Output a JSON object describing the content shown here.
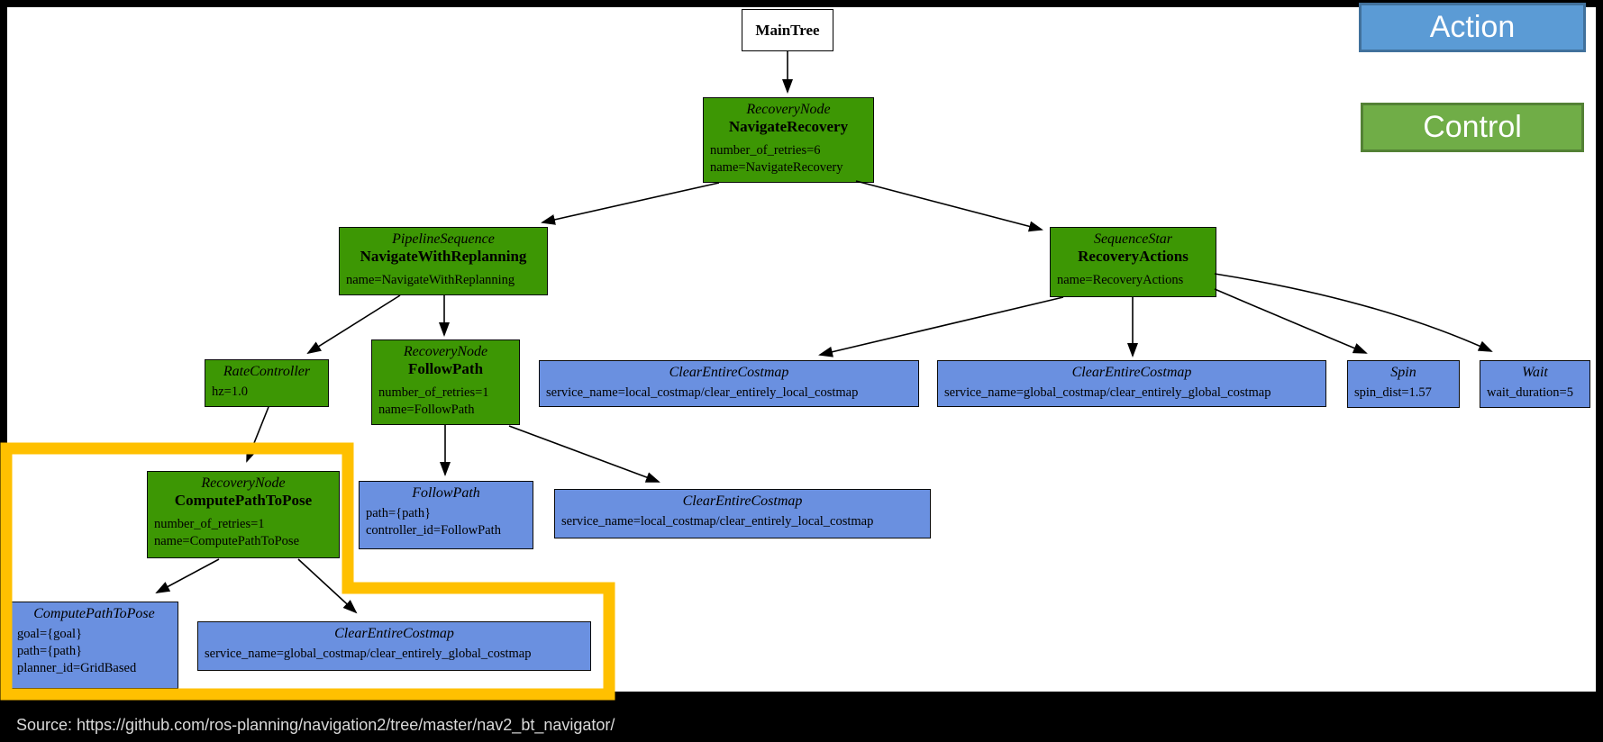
{
  "legend": {
    "action_label": "Action",
    "control_label": "Control"
  },
  "source_line": "Source: https://github.com/ros-planning/navigation2/tree/master/nav2_bt_navigator/",
  "colors": {
    "control_node": "#3D9704",
    "action_node": "#6A90E0",
    "highlight": "#FFC000",
    "legend_action_fill": "#5B9BD5",
    "legend_action_border": "#41719C",
    "legend_control_fill": "#70AD47",
    "legend_control_border": "#538135",
    "source_color": "#D9D9D9"
  },
  "nodes": {
    "maintree": {
      "label": "MainTree"
    },
    "navigate_recovery": {
      "type": "RecoveryNode",
      "name": "NavigateRecovery",
      "attrs": [
        "number_of_retries=6",
        "name=NavigateRecovery"
      ]
    },
    "navigate_with_replanning": {
      "type": "PipelineSequence",
      "name": "NavigateWithReplanning",
      "attrs": [
        "name=NavigateWithReplanning"
      ]
    },
    "recovery_actions": {
      "type": "SequenceStar",
      "name": "RecoveryActions",
      "attrs": [
        "name=RecoveryActions"
      ]
    },
    "rate_controller": {
      "type": "RateController",
      "attrs": [
        "hz=1.0"
      ]
    },
    "follow_path_control": {
      "type": "RecoveryNode",
      "name": "FollowPath",
      "attrs": [
        "number_of_retries=1",
        "name=FollowPath"
      ]
    },
    "clear_local_costmap_top": {
      "type": "ClearEntireCostmap",
      "attrs": [
        "service_name=local_costmap/clear_entirely_local_costmap"
      ]
    },
    "clear_global_costmap_top": {
      "type": "ClearEntireCostmap",
      "attrs": [
        "service_name=global_costmap/clear_entirely_global_costmap"
      ]
    },
    "spin": {
      "type": "Spin",
      "attrs": [
        "spin_dist=1.57"
      ]
    },
    "wait": {
      "type": "Wait",
      "attrs": [
        "wait_duration=5"
      ]
    },
    "compute_path_control": {
      "type": "RecoveryNode",
      "name": "ComputePathToPose",
      "attrs": [
        "number_of_retries=1",
        "name=ComputePathToPose"
      ]
    },
    "follow_path_action": {
      "type": "FollowPath",
      "attrs": [
        "path={path}",
        "controller_id=FollowPath"
      ]
    },
    "clear_local_costmap_mid": {
      "type": "ClearEntireCostmap",
      "attrs": [
        "service_name=local_costmap/clear_entirely_local_costmap"
      ]
    },
    "compute_path_action": {
      "type": "ComputePathToPose",
      "attrs": [
        "goal={goal}",
        "path={path}",
        "planner_id=GridBased"
      ]
    },
    "clear_global_costmap_bottom": {
      "type": "ClearEntireCostmap",
      "attrs": [
        "service_name=global_costmap/clear_entirely_global_costmap"
      ]
    }
  },
  "edges": [
    [
      "maintree",
      "navigate_recovery"
    ],
    [
      "navigate_recovery",
      "navigate_with_replanning"
    ],
    [
      "navigate_recovery",
      "recovery_actions"
    ],
    [
      "navigate_with_replanning",
      "rate_controller"
    ],
    [
      "navigate_with_replanning",
      "follow_path_control"
    ],
    [
      "recovery_actions",
      "clear_local_costmap_top"
    ],
    [
      "recovery_actions",
      "clear_global_costmap_top"
    ],
    [
      "recovery_actions",
      "spin"
    ],
    [
      "recovery_actions",
      "wait"
    ],
    [
      "rate_controller",
      "compute_path_control"
    ],
    [
      "follow_path_control",
      "follow_path_action"
    ],
    [
      "follow_path_control",
      "clear_local_costmap_mid"
    ],
    [
      "compute_path_control",
      "compute_path_action"
    ],
    [
      "compute_path_control",
      "clear_global_costmap_bottom"
    ]
  ]
}
